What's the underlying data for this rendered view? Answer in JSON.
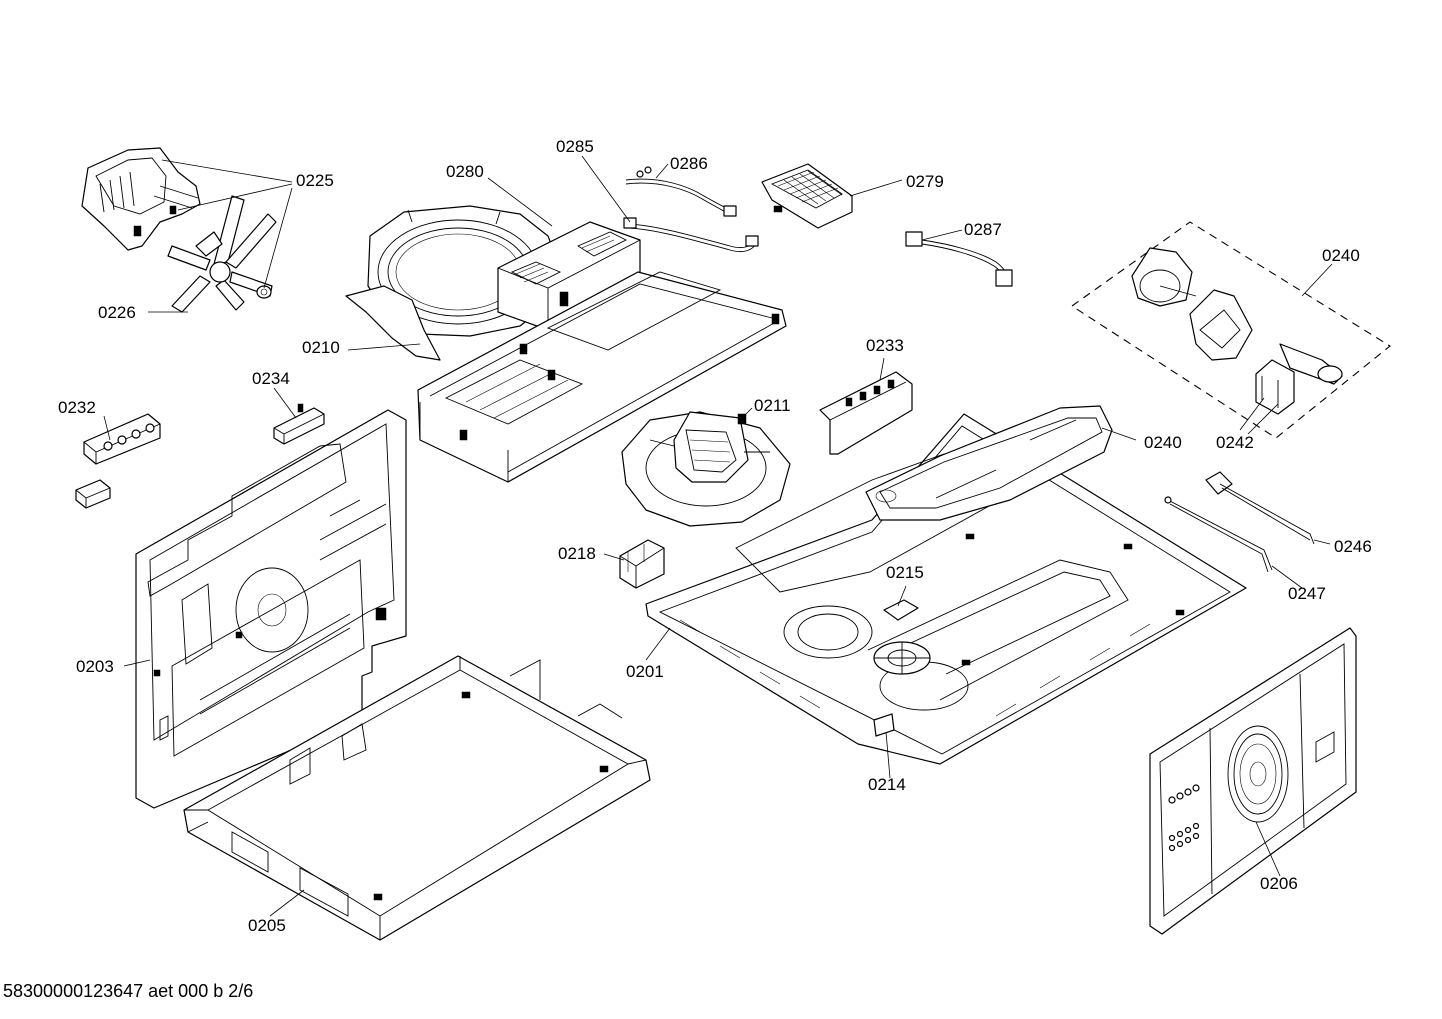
{
  "labels": {
    "p0225": "0225",
    "p0226": "0226",
    "p0280": "0280",
    "p0285": "0285",
    "p0286": "0286",
    "p0279": "0279",
    "p0287": "0287",
    "p0240_top": "0240",
    "p0240_mid": "0240",
    "p0242": "0242",
    "p0210": "0210",
    "p0233": "0233",
    "p0211": "0211",
    "p0232": "0232",
    "p0234": "0234",
    "p0246": "0246",
    "p0247": "0247",
    "p0218": "0218",
    "p0215": "0215",
    "p0203": "0203",
    "p0201": "0201",
    "p0214": "0214",
    "p0206": "0206",
    "p0205": "0205"
  },
  "footer": {
    "doc_code": "58300000123647 aet 000 b 2/6"
  }
}
